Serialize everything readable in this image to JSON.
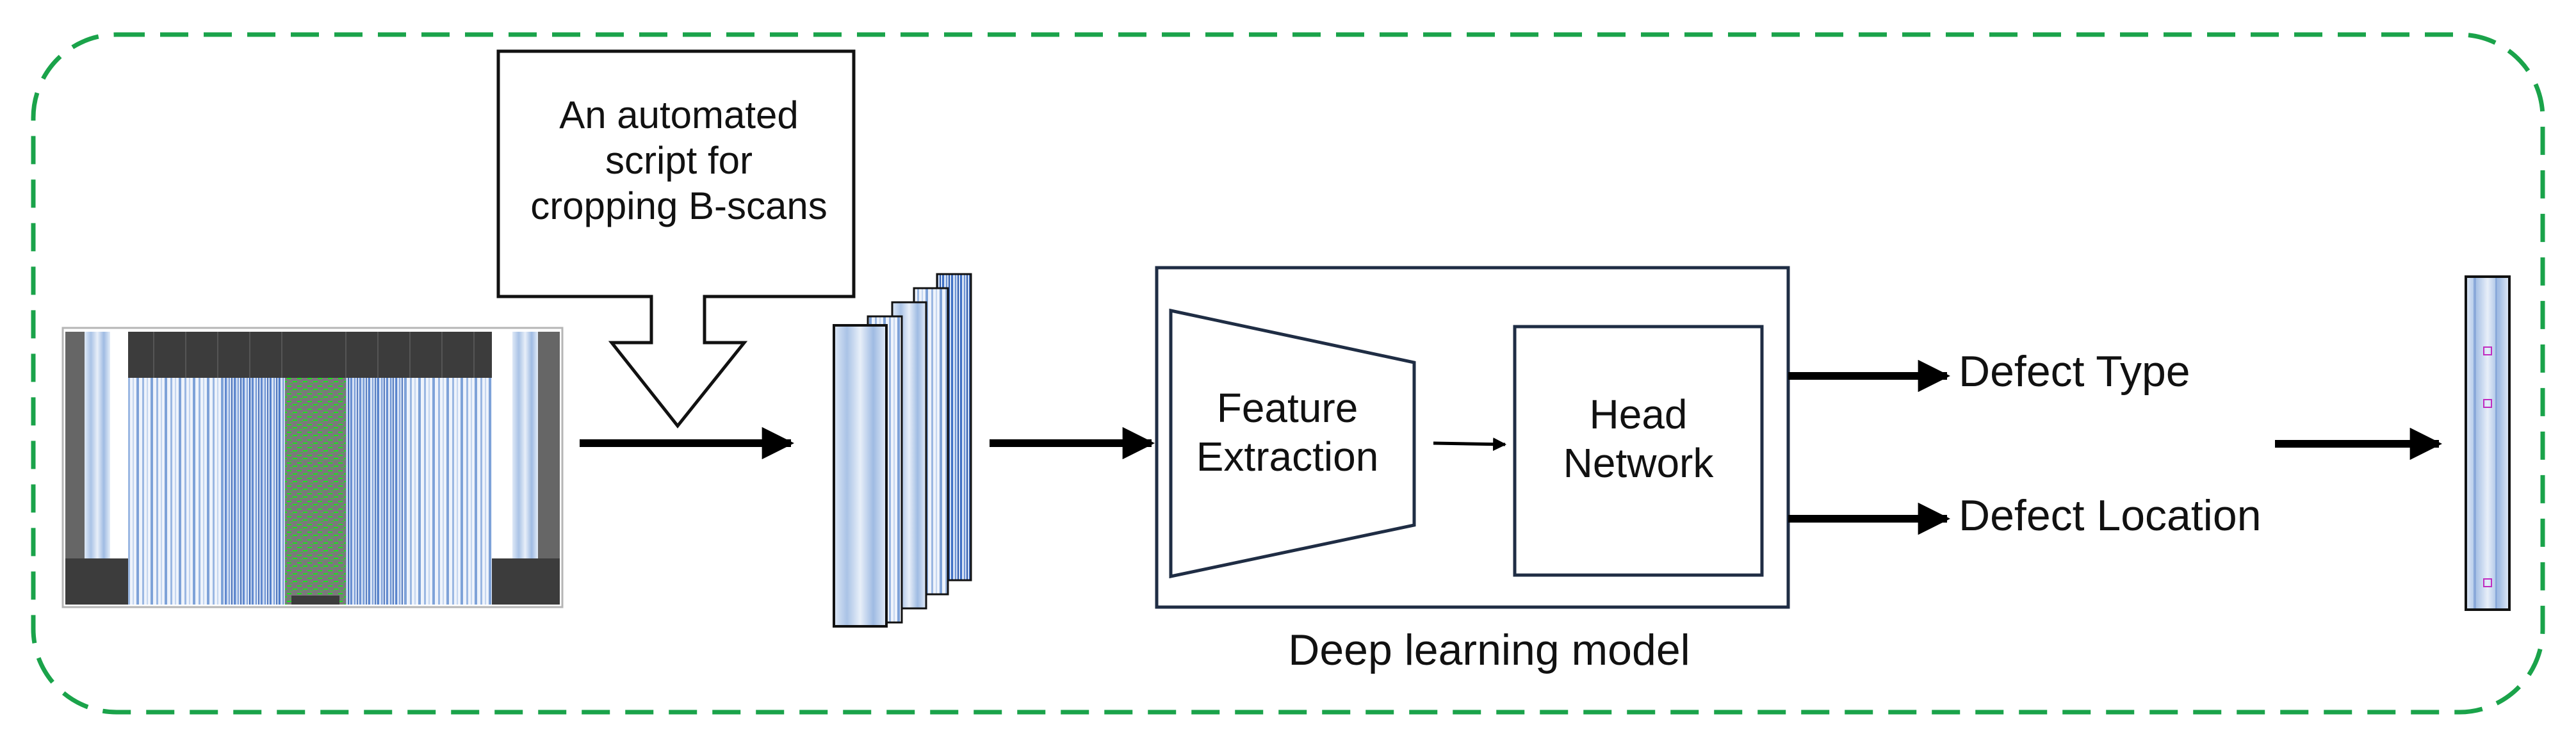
{
  "callout": {
    "lines": [
      "An automated",
      "script for",
      "cropping B-scans"
    ]
  },
  "model": {
    "feature_label_lines": [
      "Feature",
      "Extraction"
    ],
    "head_label_lines": [
      "Head",
      "Network"
    ],
    "caption": "Deep learning model"
  },
  "outputs": {
    "type_label": "Defect Type",
    "location_label": "Defect Location"
  },
  "colors": {
    "frame_dashed": "#1aa34a",
    "box_border": "#1f2d44",
    "arrow": "#000000",
    "bscan_blue": "#3a6fc2",
    "bscan_dark": "#555555",
    "scan_green": "#19e619"
  }
}
